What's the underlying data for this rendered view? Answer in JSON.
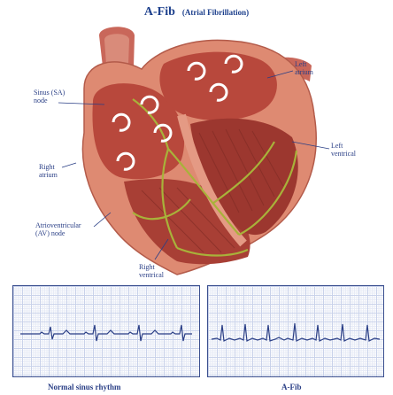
{
  "title": {
    "main": "A-Fib",
    "subtitle": "(Atrial Fibrillation)"
  },
  "labels": {
    "sa_node_line1": "Sinus (SA)",
    "sa_node_line2": "node",
    "right_atrium_line1": "Right",
    "right_atrium_line2": "atrium",
    "av_node_line1": "Atrioventricular",
    "av_node_line2": "(AV) node",
    "right_ventricle_line1": "Right",
    "right_ventricle_line2": "ventrical",
    "left_atrium_line1": "Left",
    "left_atrium_line2": "atrium",
    "left_ventricle_line1": "Left",
    "left_ventricle_line2": "ventrical"
  },
  "ecg": {
    "normal_caption": "Normal sinus rhythm",
    "afib_caption": "A-Fib"
  },
  "colors": {
    "title": "#1c3f8c",
    "heart_wall": "#d9826b",
    "heart_inner": "#b8483c",
    "conduction": "#a8b23a",
    "ecg_trace": "#2b3f86"
  }
}
